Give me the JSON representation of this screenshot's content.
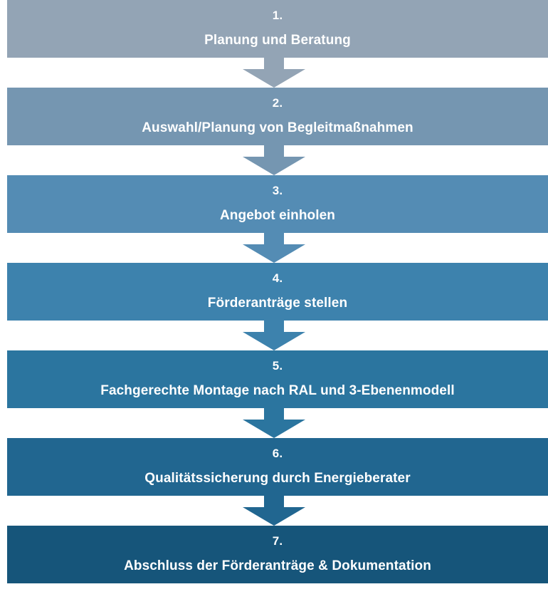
{
  "diagram": {
    "type": "vertical-flowchart",
    "title_text": "",
    "orientation": "top-to-bottom",
    "background_color": "#ffffff",
    "text_color": "#ffffff",
    "steps": [
      {
        "number": "1.",
        "label": "Planung und Beratung",
        "color": "#93a4b5",
        "arrow_color": "#93a4b5",
        "has_arrow": true
      },
      {
        "number": "2.",
        "label": "Auswahl/Planung von Begleitmaßnahmen",
        "color": "#7596b1",
        "arrow_color": "#7596b1",
        "has_arrow": true
      },
      {
        "number": "3.",
        "label": "Angebot einholen",
        "color": "#548cb4",
        "arrow_color": "#548cb4",
        "has_arrow": true
      },
      {
        "number": "4.",
        "label": "Förderanträge stellen",
        "color": "#3d82ad",
        "arrow_color": "#3d82ad",
        "has_arrow": true
      },
      {
        "number": "5.",
        "label": "Fachgerechte Montage nach RAL und 3-Ebenenmodell",
        "color": "#2b759f",
        "arrow_color": "#2b759f",
        "has_arrow": true
      },
      {
        "number": "6.",
        "label": "Qualitätssicherung durch Energieberater",
        "color": "#216690",
        "arrow_color": "#216690",
        "has_arrow": true
      },
      {
        "number": "7.",
        "label": "Abschluss der Förderanträge & Dokumentation",
        "color": "#16557a",
        "arrow_color": "#16557a",
        "has_arrow": false
      }
    ]
  }
}
